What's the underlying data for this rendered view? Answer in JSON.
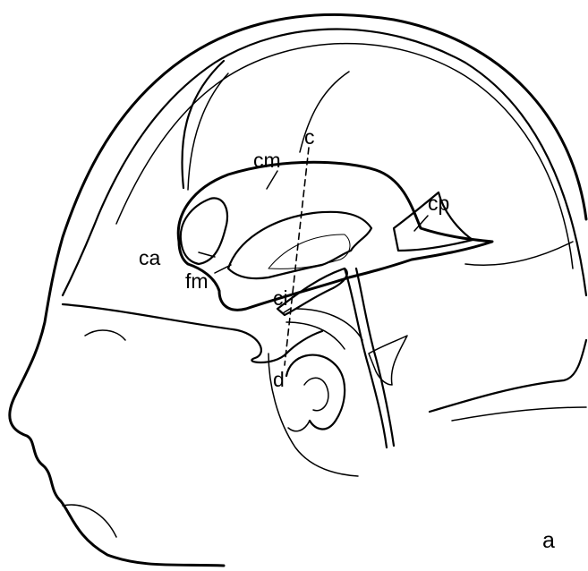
{
  "labels": {
    "cm": "cm",
    "c": "c",
    "cp": "cp",
    "ca": "ca",
    "fm": "fm",
    "ci": "ci",
    "d": "d"
  },
  "panel_letter": "a"
}
